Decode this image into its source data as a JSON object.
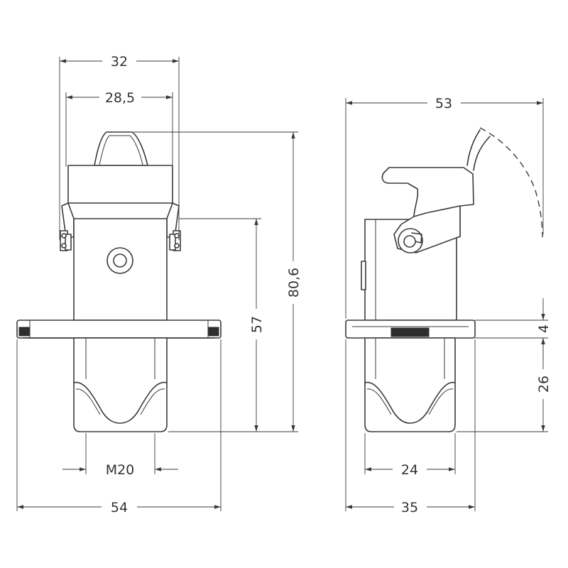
{
  "drawing": {
    "front_view": {
      "dims": {
        "width_top": "32",
        "width_inner": "28,5",
        "overall_height": "80,6",
        "height_to_lever": "57",
        "thread": "M20",
        "flange_width": "54"
      }
    },
    "side_view": {
      "dims": {
        "lever_swing": "53",
        "flange_thickness": "4",
        "lower_height": "26",
        "lower_width": "24",
        "flange_width": "35"
      }
    }
  }
}
